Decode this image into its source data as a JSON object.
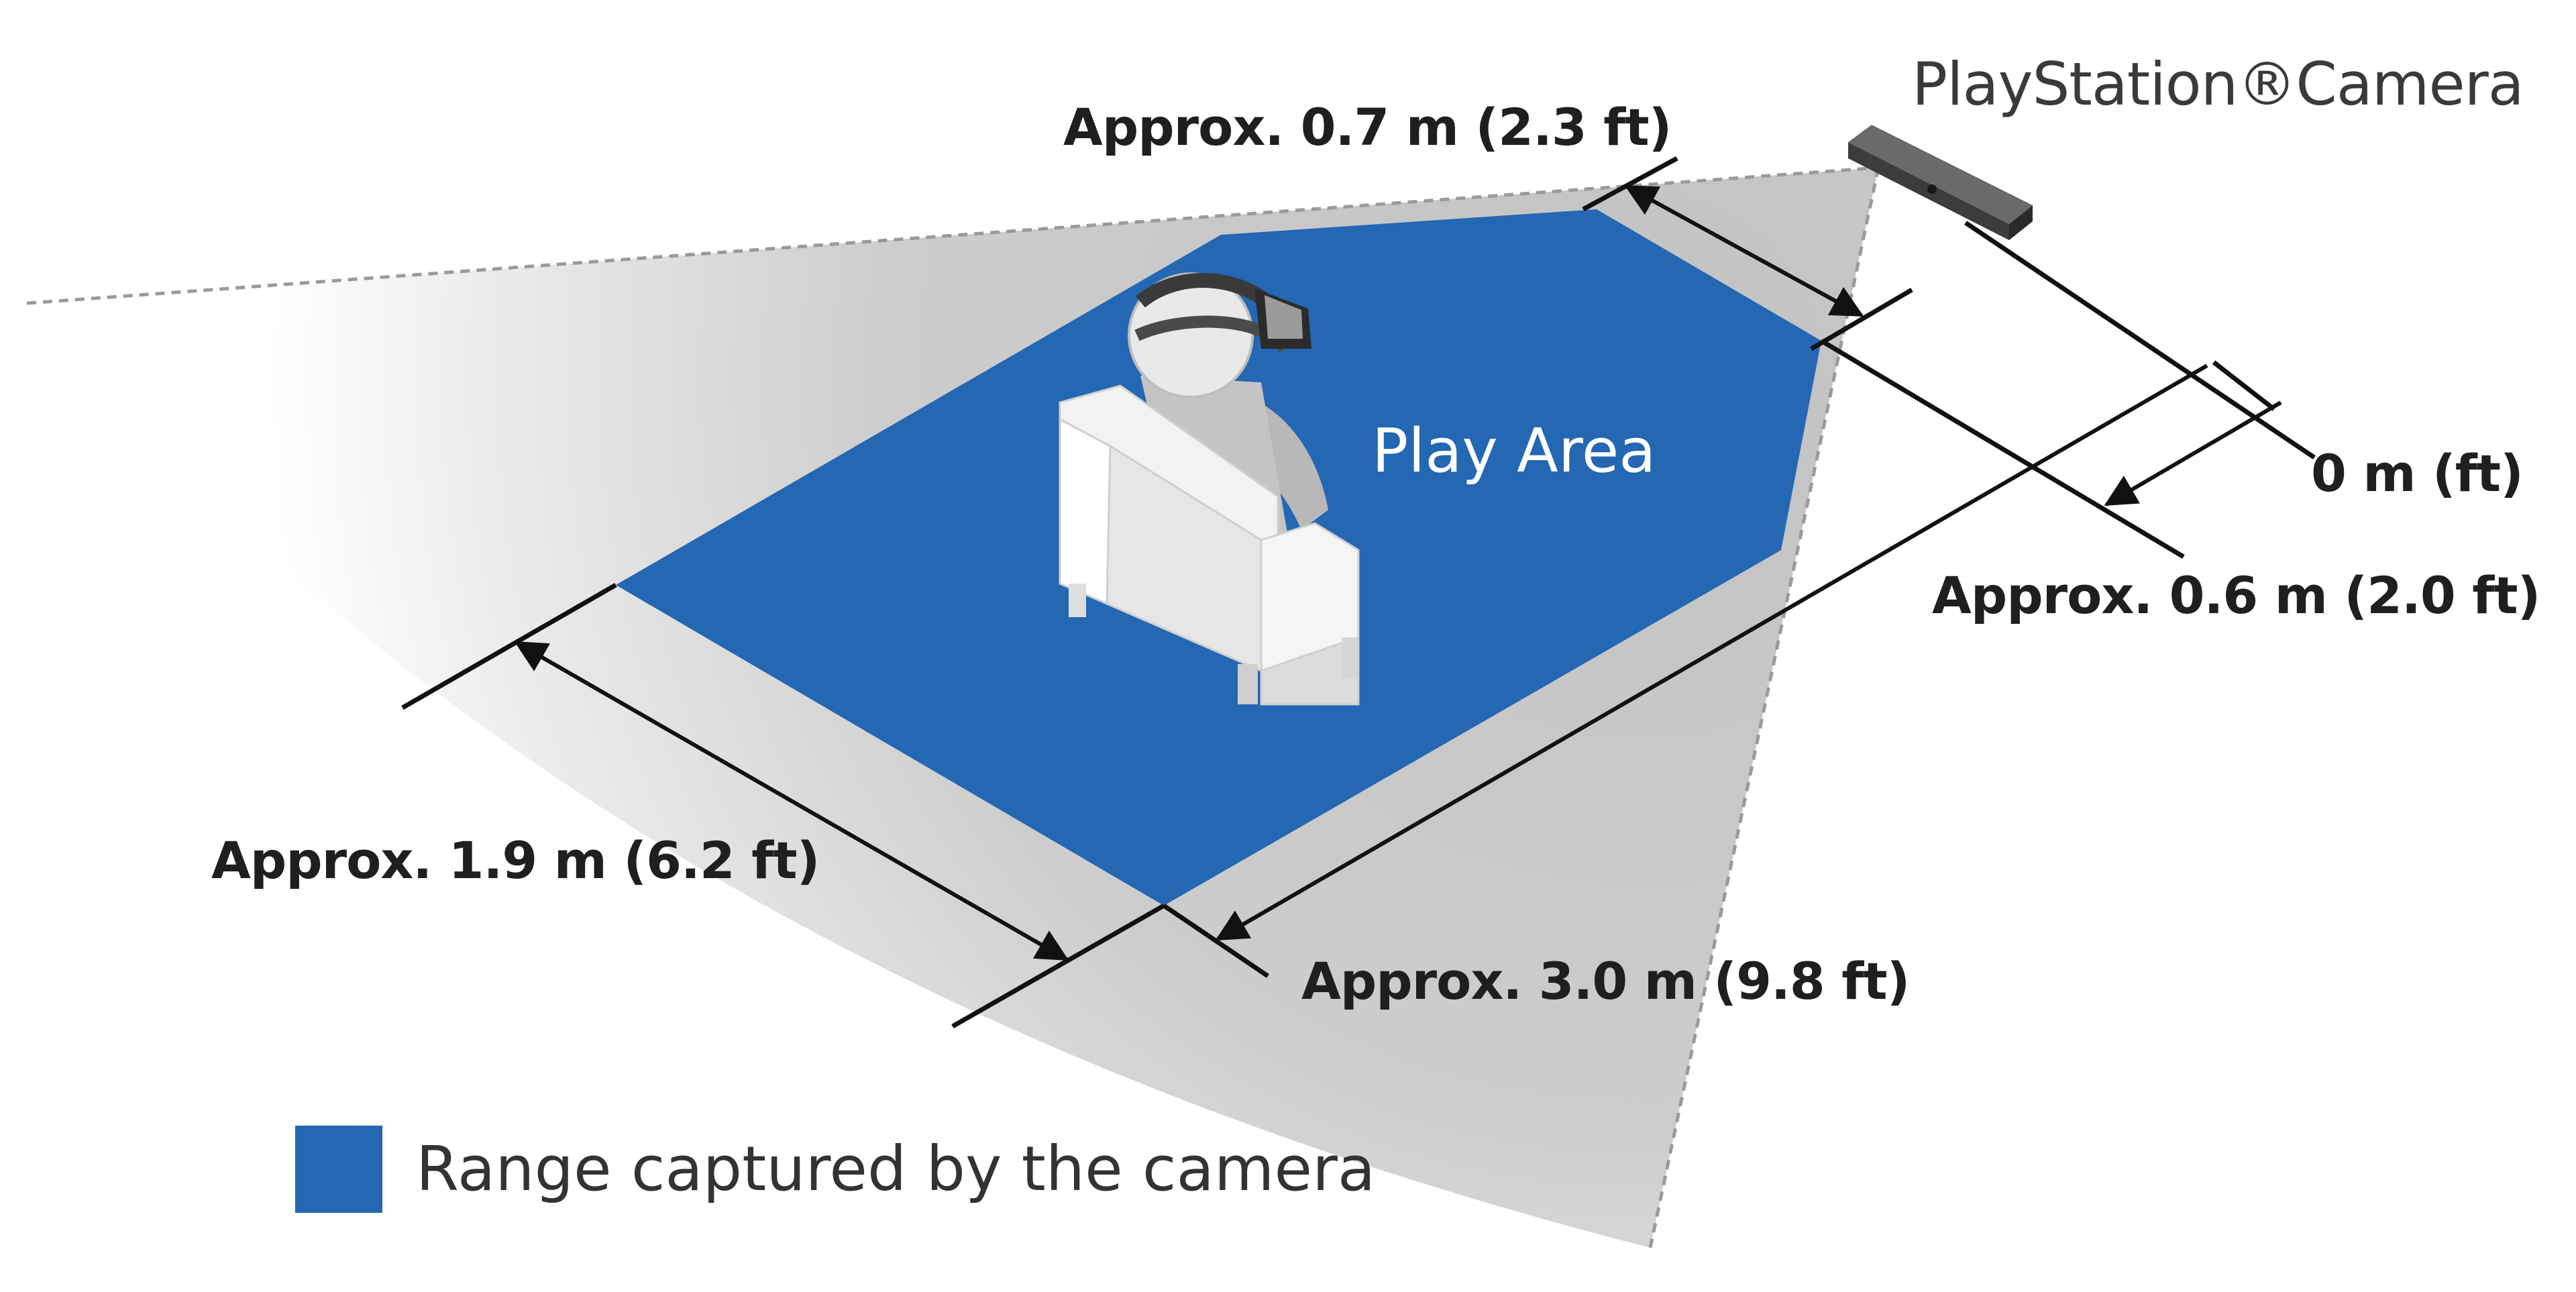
{
  "camera_label": "PlayStation®Camera",
  "play_area_label": "Play Area",
  "measurements": {
    "top_width": "Approx. 0.7 m (2.3 ft)",
    "zero": "0 m (ft)",
    "near_distance": "Approx. 0.6 m (2.0 ft)",
    "far_distance": "Approx. 3.0 m (9.8 ft)",
    "bottom_width": "Approx. 1.9 m (6.2 ft)"
  },
  "legend": {
    "label": "Range captured by the camera",
    "color": "#2467b3"
  },
  "colors": {
    "play_area": "#2467b3",
    "camera_field": "#c9c9ca",
    "dimension_lines": "#111111",
    "camera_body": "#444444"
  }
}
